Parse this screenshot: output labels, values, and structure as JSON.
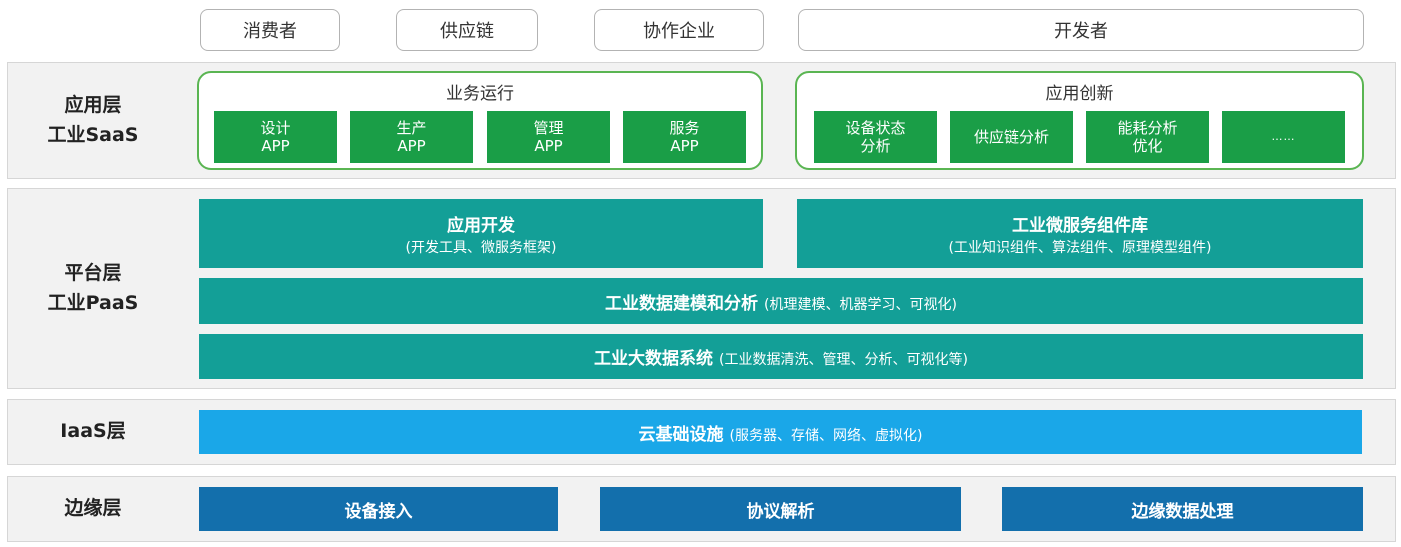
{
  "users": [
    "消费者",
    "供应链",
    "协作企业",
    "开发者"
  ],
  "layers": {
    "saas": {
      "label_line1": "应用层",
      "label_line2": "工业SaaS",
      "groups": [
        {
          "title": "业务运行",
          "items": [
            {
              "line1": "设计",
              "line2": "APP"
            },
            {
              "line1": "生产",
              "line2": "APP"
            },
            {
              "line1": "管理",
              "line2": "APP"
            },
            {
              "line1": "服务",
              "line2": "APP"
            }
          ]
        },
        {
          "title": "应用创新",
          "items": [
            {
              "line1": "设备状态",
              "line2": "分析"
            },
            {
              "line1": "供应链分析",
              "line2": ""
            },
            {
              "line1": "能耗分析",
              "line2": "优化"
            },
            {
              "line1": "……",
              "line2": ""
            }
          ]
        }
      ]
    },
    "paas": {
      "label_line1": "平台层",
      "label_line2": "工业PaaS",
      "app_dev": {
        "title": "应用开发",
        "sub": "(开发工具、微服务框架)"
      },
      "microservice": {
        "title": "工业微服务组件库",
        "sub": "(工业知识组件、算法组件、原理模型组件)"
      },
      "modeling": {
        "title": "工业数据建模和分析",
        "sub": "(机理建模、机器学习、可视化)"
      },
      "bigdata": {
        "title": "工业大数据系统",
        "sub": "(工业数据清洗、管理、分析、可视化等)"
      }
    },
    "iaas": {
      "label": "IaaS层",
      "title": "云基础设施",
      "sub": "(服务器、存储、网络、虚拟化)"
    },
    "edge": {
      "label": "边缘层",
      "items": [
        "设备接入",
        "协议解析",
        "边缘数据处理"
      ]
    }
  },
  "colors": {
    "green_app": "#1a9e47",
    "green_border": "#5ab552",
    "teal": "#139f97",
    "sky_blue": "#1aa7e8",
    "dark_blue": "#136fac",
    "band_bg": "#f2f2f2"
  }
}
